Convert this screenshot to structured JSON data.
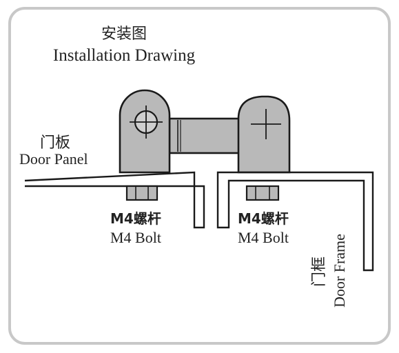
{
  "title": {
    "zh": "安装图",
    "en": "Installation Drawing"
  },
  "labels": {
    "door_panel_zh": "门板",
    "door_panel_en": "Door Panel",
    "bolt_left_zh": "M4螺杆",
    "bolt_left_en": "M4 Bolt",
    "bolt_right_zh": "M4螺杆",
    "bolt_right_en": "M4 Bolt",
    "door_frame_zh": "门框",
    "door_frame_en": "Door Frame"
  },
  "colors": {
    "frame_border": "#c8c8c8",
    "hinge_fill": "#b9b9b9",
    "line": "#1a1a1a",
    "background": "#ffffff"
  }
}
